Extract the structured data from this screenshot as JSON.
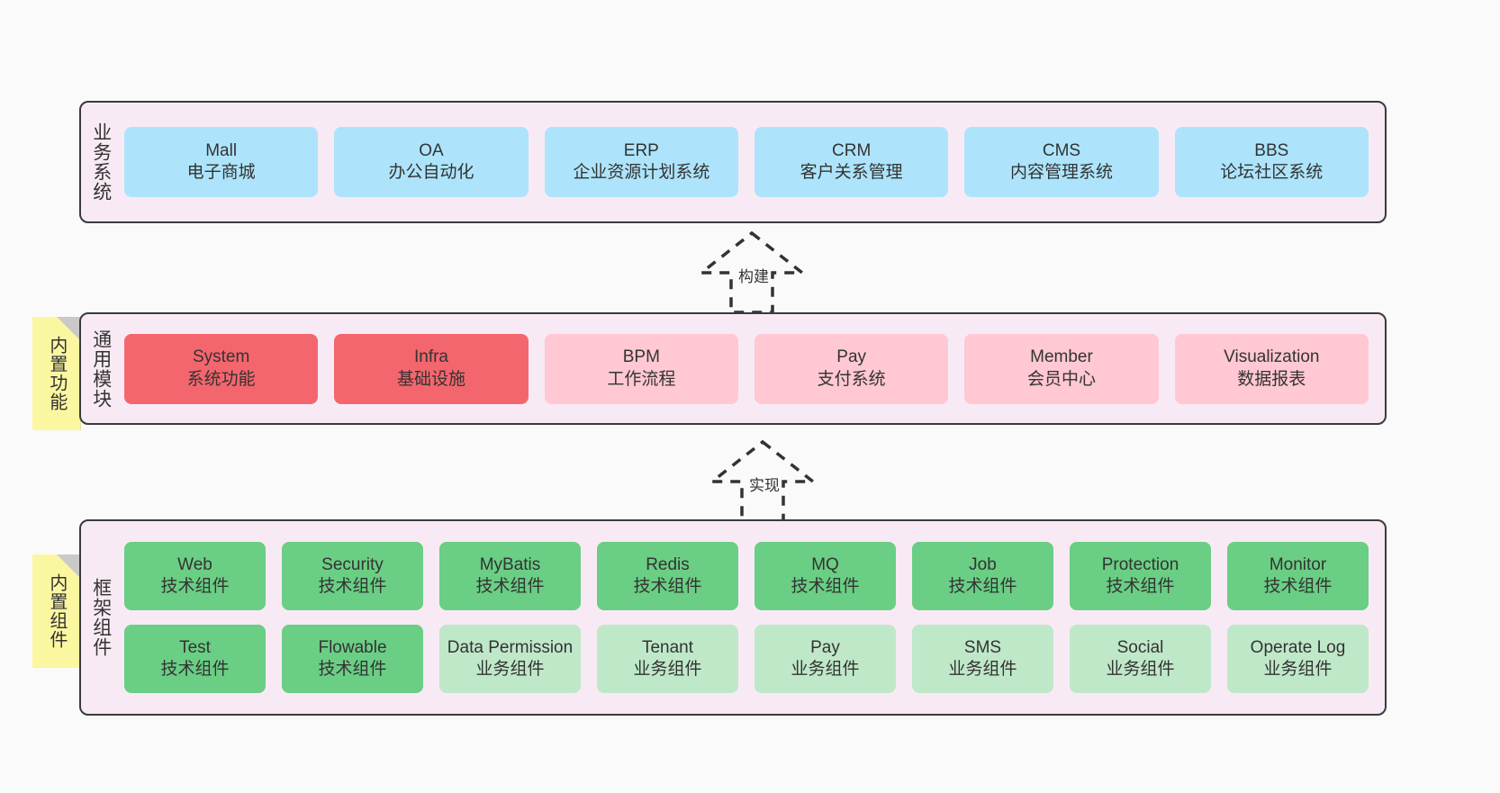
{
  "diagram": {
    "background_color": "#fafafa",
    "layer_fill": "#f8eaf5",
    "layer_border": "#3a3a3a",
    "note_color": "#fbf7a0",
    "colors": {
      "blue": "#ade4fb",
      "red": "#f4666e",
      "pink": "#ffc8d2",
      "green": "#6ace84",
      "light_green": "#bfe8c8"
    }
  },
  "notes": {
    "functions": "内置功能",
    "components": "内置组件"
  },
  "arrows": {
    "build": "构建",
    "implement": "实现"
  },
  "layers": {
    "business": {
      "title": "业务系统",
      "rows": [
        [
          {
            "en": "Mall",
            "cn": "电子商城",
            "color": "blue"
          },
          {
            "en": "OA",
            "cn": "办公自动化",
            "color": "blue"
          },
          {
            "en": "ERP",
            "cn": "企业资源计划系统",
            "color": "blue"
          },
          {
            "en": "CRM",
            "cn": "客户关系管理",
            "color": "blue"
          },
          {
            "en": "CMS",
            "cn": "内容管理系统",
            "color": "blue"
          },
          {
            "en": "BBS",
            "cn": "论坛社区系统",
            "color": "blue"
          }
        ]
      ]
    },
    "modules": {
      "title": "通用模块",
      "rows": [
        [
          {
            "en": "System",
            "cn": "系统功能",
            "color": "red"
          },
          {
            "en": "Infra",
            "cn": "基础设施",
            "color": "red"
          },
          {
            "en": "BPM",
            "cn": "工作流程",
            "color": "pink"
          },
          {
            "en": "Pay",
            "cn": "支付系统",
            "color": "pink"
          },
          {
            "en": "Member",
            "cn": "会员中心",
            "color": "pink"
          },
          {
            "en": "Visualization",
            "cn": "数据报表",
            "color": "pink"
          }
        ]
      ]
    },
    "framework": {
      "title": "框架组件",
      "rows": [
        [
          {
            "en": "Web",
            "cn": "技术组件",
            "color": "green"
          },
          {
            "en": "Security",
            "cn": "技术组件",
            "color": "green"
          },
          {
            "en": "MyBatis",
            "cn": "技术组件",
            "color": "green"
          },
          {
            "en": "Redis",
            "cn": "技术组件",
            "color": "green"
          },
          {
            "en": "MQ",
            "cn": "技术组件",
            "color": "green"
          },
          {
            "en": "Job",
            "cn": "技术组件",
            "color": "green"
          },
          {
            "en": "Protection",
            "cn": "技术组件",
            "color": "green"
          },
          {
            "en": "Monitor",
            "cn": "技术组件",
            "color": "green"
          }
        ],
        [
          {
            "en": "Test",
            "cn": "技术组件",
            "color": "green"
          },
          {
            "en": "Flowable",
            "cn": "技术组件",
            "color": "green"
          },
          {
            "en": "Data Permission",
            "cn": "业务组件",
            "color": "light_green"
          },
          {
            "en": "Tenant",
            "cn": "业务组件",
            "color": "light_green"
          },
          {
            "en": "Pay",
            "cn": "业务组件",
            "color": "light_green"
          },
          {
            "en": "SMS",
            "cn": "业务组件",
            "color": "light_green"
          },
          {
            "en": "Social",
            "cn": "业务组件",
            "color": "light_green"
          },
          {
            "en": "Operate Log",
            "cn": "业务组件",
            "color": "light_green"
          }
        ]
      ]
    }
  }
}
